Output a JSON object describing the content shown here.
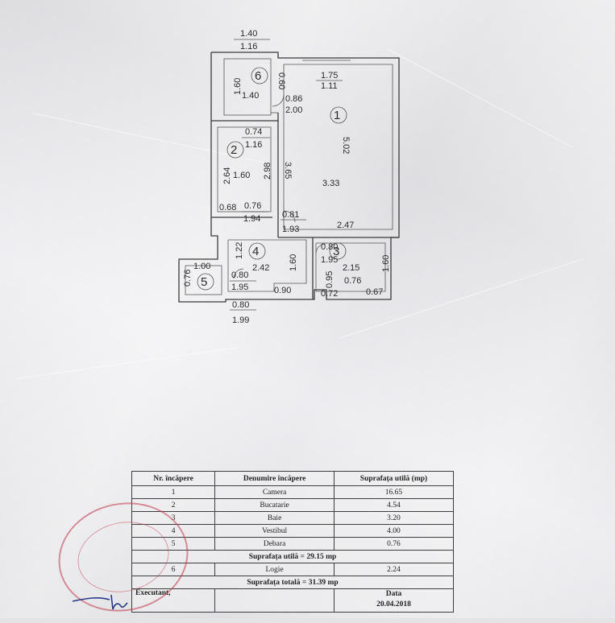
{
  "plan": {
    "dims": {
      "top_140": "1.40",
      "top_116": "1.16",
      "r6_160": "1.60",
      "r6_140": "1.40",
      "d_060": "0.60",
      "d_086": "0.86",
      "d_200": "2.00",
      "r1_175": "1.75",
      "r1_111": "1.11",
      "r1_502": "5.02",
      "r1_365": "3.65",
      "r1_333": "3.33",
      "r1_247": "2.47",
      "r2_074": "0.74",
      "r2_116": "1.16",
      "r2_264": "2.64",
      "r2_160": "1.60",
      "r2_298": "2.98",
      "r2_068": "0.68",
      "r2_076": "0.76",
      "r2_194": "1.94",
      "h_081": "0.81",
      "h_193": "1.93",
      "r4_122": "1.22",
      "r4_242": "2.42",
      "r4_160": "1.60",
      "r4_090": "0.90",
      "r4_080": "0.80",
      "r4_195": "1.95",
      "r5_100": "1.00",
      "r5_076": "0.76",
      "b_080": "0.80",
      "b_199": "1.99",
      "r3_080": "0.80",
      "r3_195": "1.95",
      "r3_215": "2.15",
      "r3_160": "1.60",
      "r3_095": "0.95",
      "r3_076": "0.76",
      "r3_072": "0.72",
      "r3_067": "0.67"
    },
    "room_numbers": [
      "1",
      "2",
      "3",
      "4",
      "5",
      "6"
    ]
  },
  "table": {
    "headers": [
      "Nr. încăpere",
      "Denumire încăpere",
      "Suprafața utilă (mp)"
    ],
    "rows": [
      {
        "nr": "1",
        "name": "Camera",
        "area": "16.65"
      },
      {
        "nr": "2",
        "name": "Bucatarie",
        "area": "4.54"
      },
      {
        "nr": "3",
        "name": "Baie",
        "area": "3.20"
      },
      {
        "nr": "4",
        "name": "Vestibul",
        "area": "4.00"
      },
      {
        "nr": "5",
        "name": "Debara",
        "area": "0.76"
      }
    ],
    "usable_total": "Suprafața utilă = 29.15 mp",
    "loggia": {
      "nr": "6",
      "name": "Logie",
      "area": "2.24"
    },
    "grand_total": "Suprafața totală = 31.39 mp",
    "executed_label": "Executant,",
    "date_label": "Data",
    "date_value": "20.04.2018"
  },
  "colors": {
    "ink": "#2b2b2b",
    "stamp": "#b43246",
    "paper": "#e6e6e8"
  }
}
